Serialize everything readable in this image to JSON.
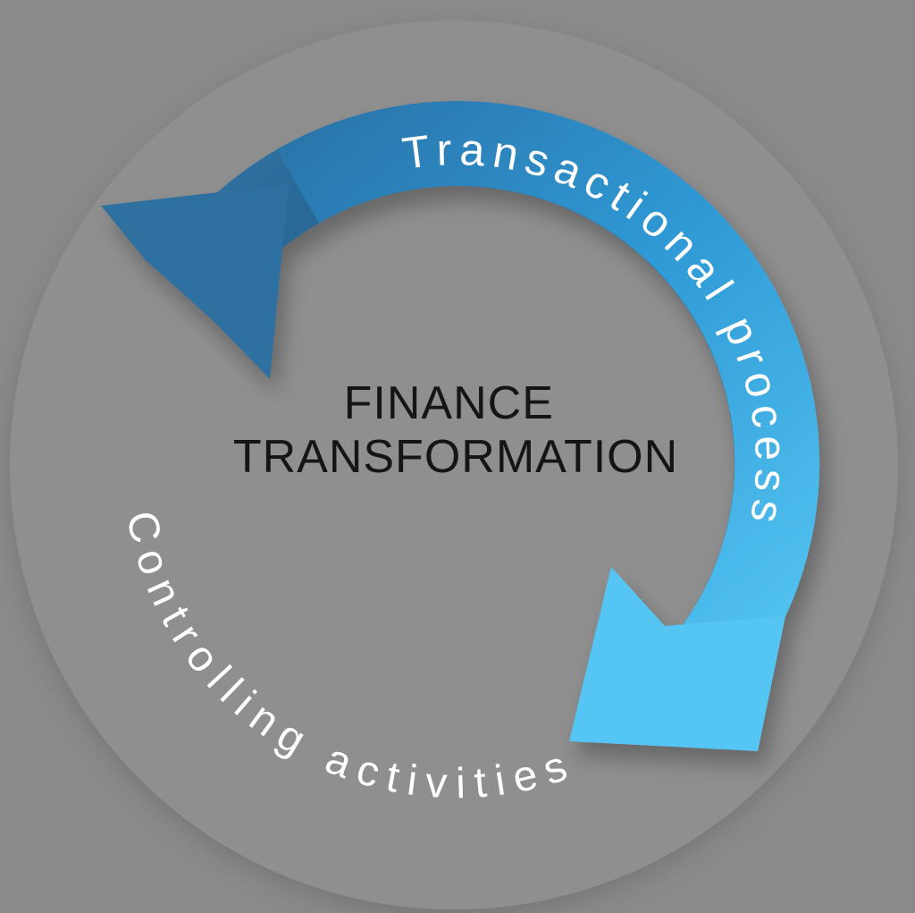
{
  "diagram": {
    "background": {
      "page": "#8a8a8a",
      "circle": "#8f8f8f"
    },
    "center_title": {
      "line1": "FINANCE",
      "line2": "TRANSFORMATION",
      "color": "#151515"
    },
    "cycle": [
      {
        "label": "Transactional process",
        "label_color": "#ffffff",
        "band_gradient": {
          "start": "#2b74a9",
          "mid": "#2f9ad6",
          "end": "#57c7f4"
        },
        "arrowhead_color": "#55c6f3"
      },
      {
        "label": "Controlling activities",
        "label_color": "#ffffff",
        "band_gradient": {
          "start": "#2e6f9f",
          "mid": "#1e5179",
          "end": "#112c44"
        },
        "arrowhead_color": "#2e6f9f"
      }
    ]
  }
}
